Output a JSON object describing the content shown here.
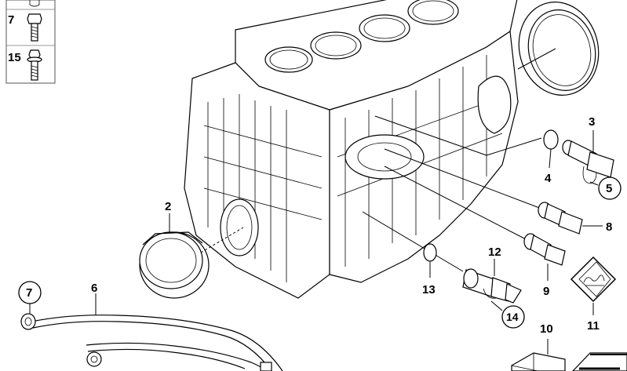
{
  "legend": {
    "rows": [
      {
        "number": "7"
      },
      {
        "number": "15"
      }
    ]
  },
  "callouts": {
    "c2": "2",
    "c3": "3",
    "c4": "4",
    "c5": "5",
    "c6": "6",
    "c7": "7",
    "c8": "8",
    "c9": "9",
    "c10": "10",
    "c11": "11",
    "c12": "12",
    "c13": "13",
    "c14": "14"
  },
  "icons": {
    "warning": "hot-surface-warning-icon"
  }
}
